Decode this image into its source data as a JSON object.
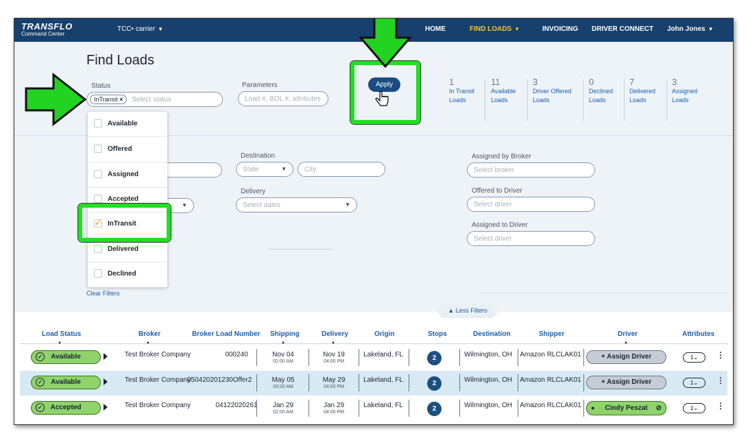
{
  "topbar": {
    "logo_line1": "TRANSFLO",
    "logo_line2": "Command Center",
    "org": "TCC• carrier",
    "nav": [
      "HOME",
      "FIND LOADS",
      "INVOICING",
      "DRIVER CONNECT",
      "John Jones"
    ]
  },
  "page": {
    "title": "Find Loads"
  },
  "filters": {
    "status_label": "Status",
    "status_chip": "InTransit",
    "status_placeholder": "Select status",
    "parameters_label": "Parameters",
    "parameters_placeholder": "Load #, BOL #, attributes",
    "apply_label": "Apply",
    "destination_label": "Destination",
    "state_placeholder": "State",
    "city_placeholder": "City",
    "delivery_label": "Delivery",
    "delivery_placeholder": "Select dates",
    "assigned_by_broker_label": "Assigned by Broker",
    "assigned_by_broker_placeholder": "Select broker",
    "offered_to_driver_label": "Offered to Driver",
    "offered_to_driver_placeholder": "Select driver",
    "assigned_to_driver_label": "Assigned to Driver",
    "assigned_to_driver_placeholder": "Select driver",
    "clear_filters": "Clear Filters",
    "less_filters": "Less Filters"
  },
  "status_options": [
    "Available",
    "Offered",
    "Assigned",
    "Accepted",
    "InTransit",
    "Delivered",
    "Declined"
  ],
  "stats": [
    {
      "count": "1",
      "line1": "In Transit",
      "line2": "Loads"
    },
    {
      "count": "11",
      "line1": "Available",
      "line2": "Loads"
    },
    {
      "count": "3",
      "line1": "Driver Offered",
      "line2": "Loads"
    },
    {
      "count": "0",
      "line1": "Declined",
      "line2": "Loads"
    },
    {
      "count": "7",
      "line1": "Delivered",
      "line2": "Loads"
    },
    {
      "count": "3",
      "line1": "Assigned",
      "line2": "Loads"
    }
  ],
  "table": {
    "headers": [
      "Load Status",
      "Broker",
      "Broker Load Number",
      "Shipping",
      "Delivery",
      "Origin",
      "Stops",
      "Destination",
      "Shipper",
      "Driver",
      "Attributes"
    ],
    "rows": [
      {
        "status": "Available",
        "broker": "Test Broker Company",
        "load_number": "000240",
        "ship_date": "Nov 04",
        "ship_time": "02:00 AM",
        "del_date": "Nov 19",
        "del_time": "04:00 PM",
        "origin": "Lakeland, FL",
        "stops": "2",
        "destination": "Wilmington, OH",
        "shipper": "Amazon RLCLAK01",
        "driver": "+ Assign Driver",
        "attr": "1"
      },
      {
        "status": "Available",
        "broker": "Test Broker Company",
        "load_number": "050420201230Offer2",
        "ship_date": "May 05",
        "ship_time": "02:00 AM",
        "del_date": "May 29",
        "del_time": "04:00 PM",
        "origin": "Lakeland, FL",
        "stops": "2",
        "destination": "Wilmington, OH",
        "shipper": "Amazon RLCLAK01",
        "driver": "+ Assign Driver",
        "attr": "1"
      },
      {
        "status": "Accepted",
        "broker": "Test Broker Company",
        "load_number": "04122020261",
        "ship_date": "Jan 29",
        "ship_time": "02:00 AM",
        "del_date": "Jan 29",
        "del_time": "04:00 PM",
        "origin": "Lakeland, FL",
        "stops": "2",
        "destination": "Wilmington, OH",
        "shipper": "Amazon RLCLAK01",
        "driver": "Cindy Peszat",
        "attr": "1"
      }
    ]
  },
  "colors": {
    "nav_bg": "#17406d",
    "accent": "#f5c533",
    "highlight": "#1fe11f",
    "status_green": "#8fd36b"
  }
}
